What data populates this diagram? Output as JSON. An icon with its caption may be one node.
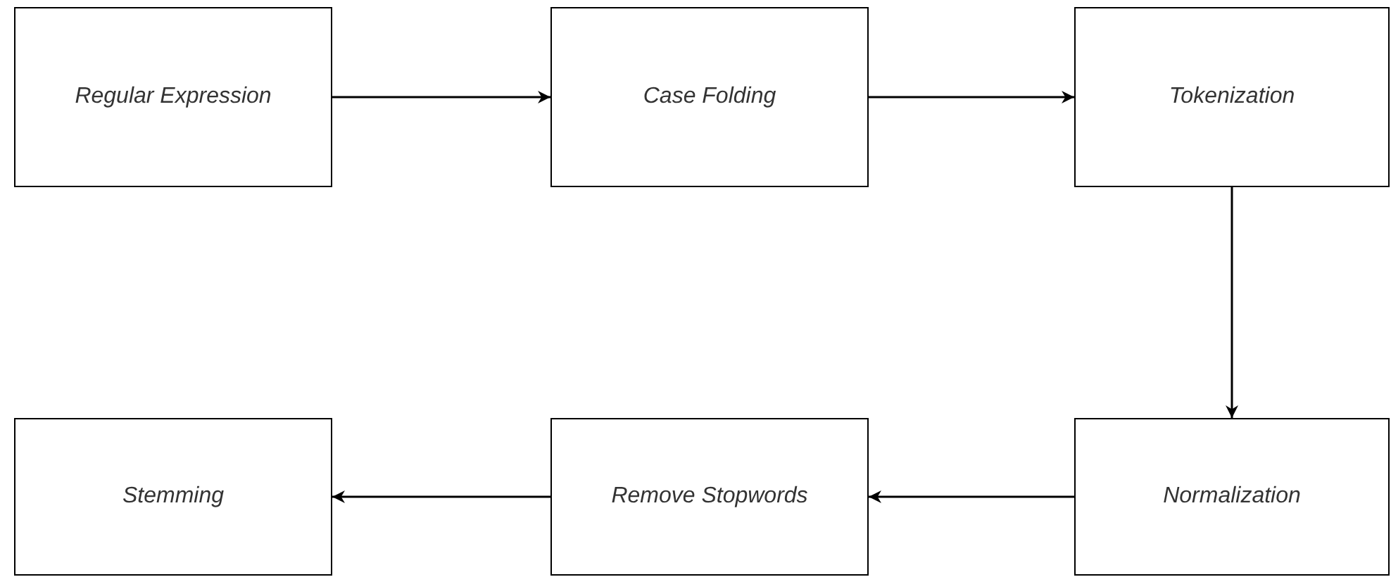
{
  "diagram": {
    "nodes": [
      {
        "text": [
          "Regular Expression"
        ]
      },
      {
        "text": [
          "Case Folding"
        ]
      },
      {
        "text": [
          "Tokenization"
        ]
      },
      {
        "text": [
          "Stemming"
        ]
      },
      {
        "text": [
          "Remove Stopwords"
        ]
      },
      {
        "text": [
          "Normalization"
        ]
      }
    ],
    "edges": [
      {
        "from": 0,
        "to": 1,
        "arrow": "to"
      },
      {
        "from": 1,
        "to": 2,
        "arrow": "to"
      },
      {
        "from": 2,
        "to": 5,
        "arrow": "to"
      },
      {
        "from": 5,
        "to": 4,
        "arrow": "to"
      },
      {
        "from": 4,
        "to": 3,
        "arrow": "to"
      }
    ]
  }
}
